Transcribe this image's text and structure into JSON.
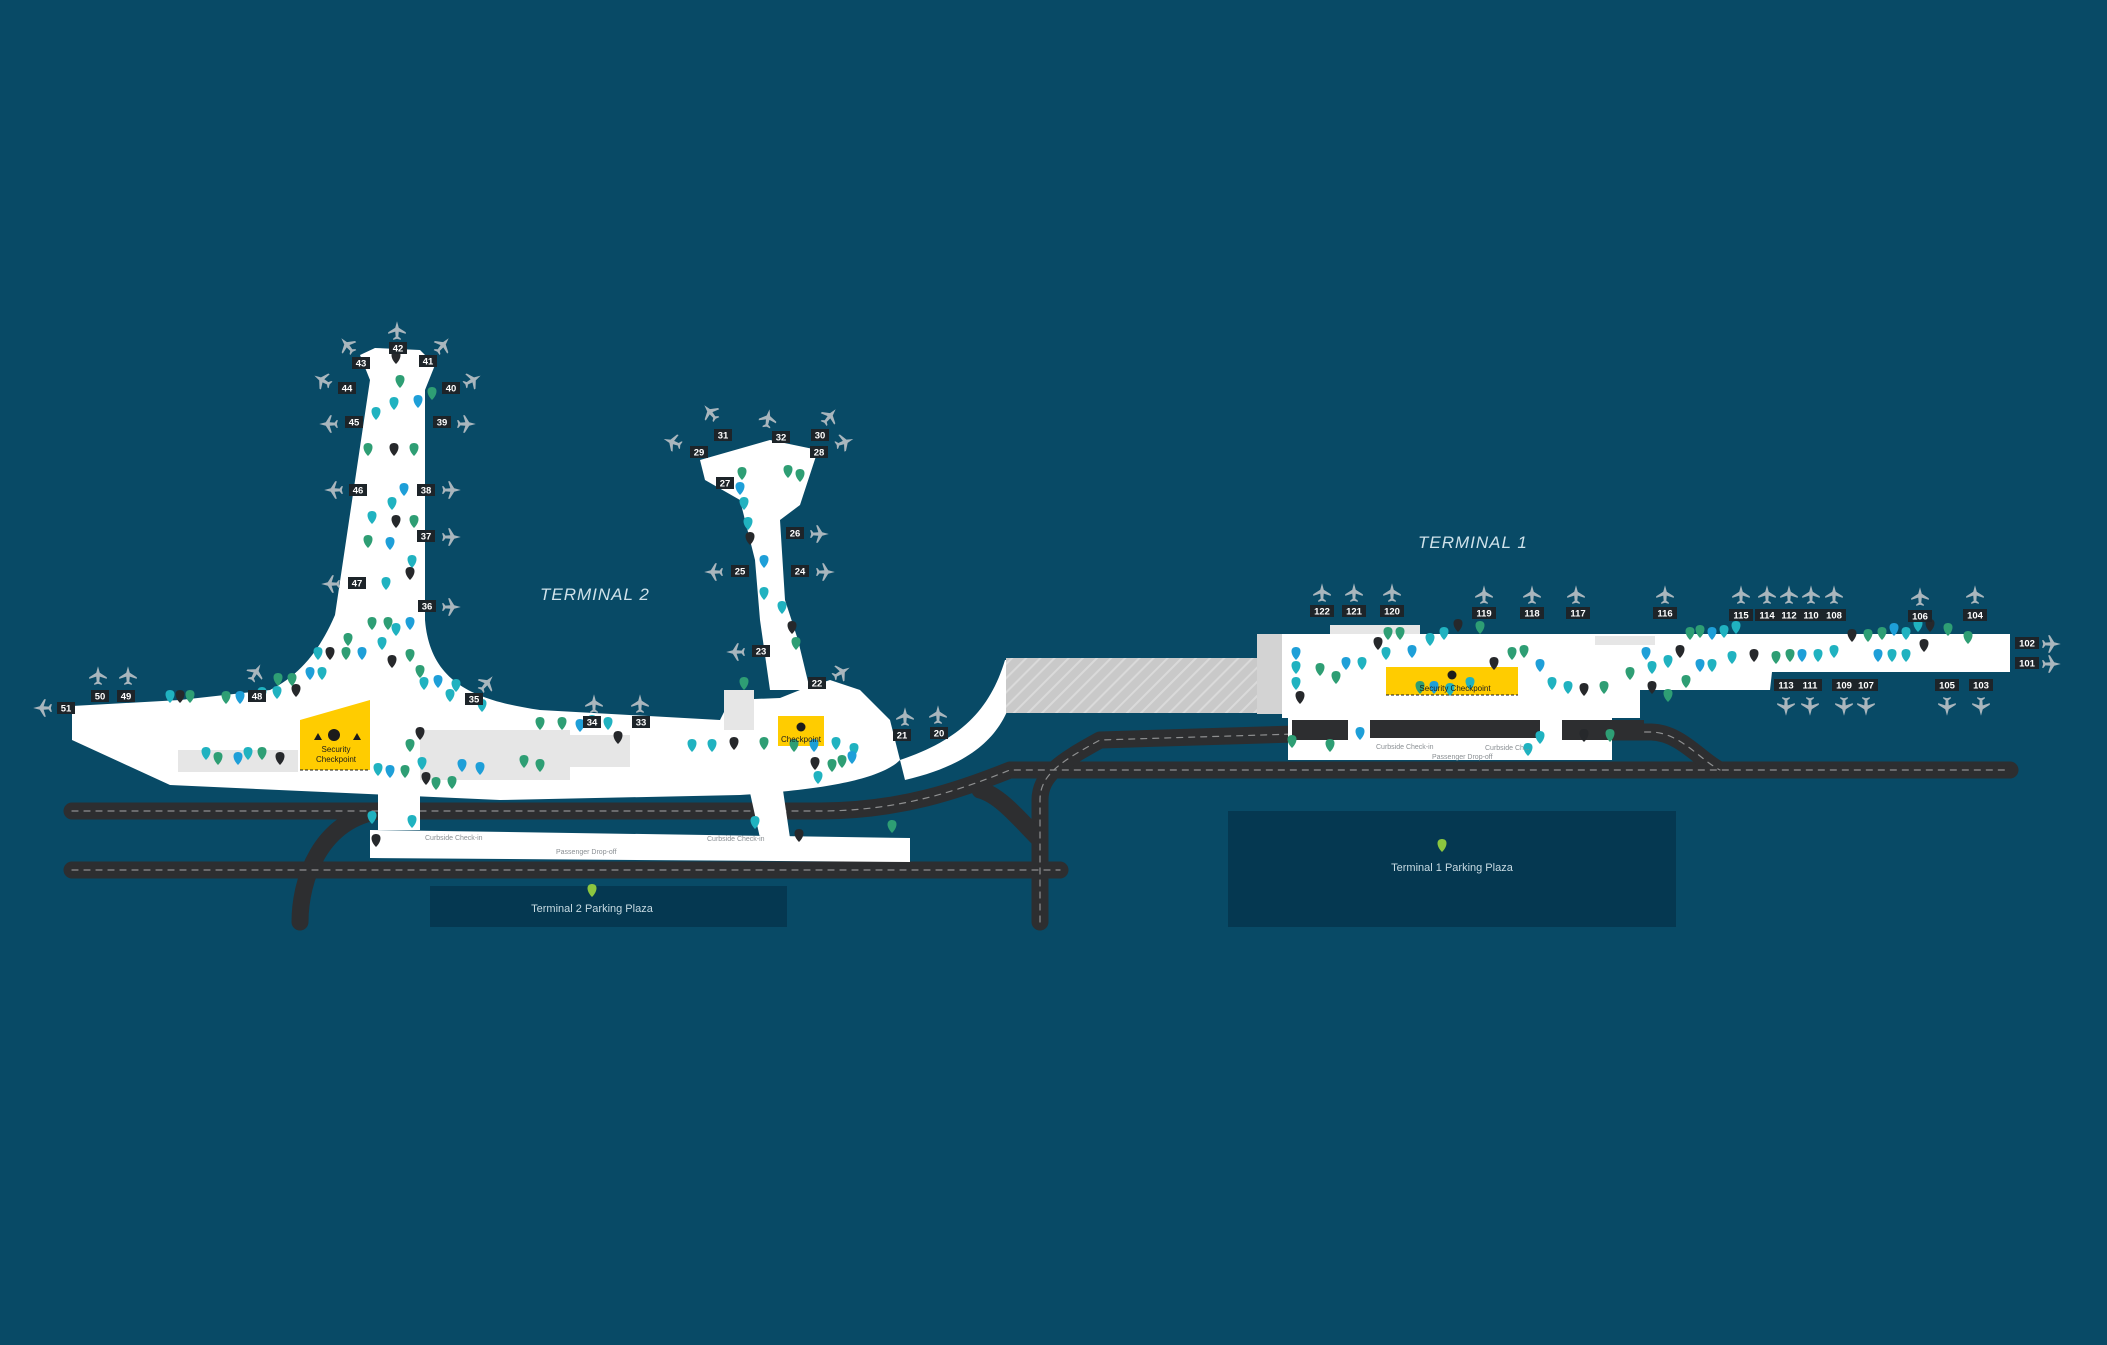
{
  "colors": {
    "background": "#084a66",
    "terminal_floor": "#ffffff",
    "terminal_shade": "#e6e6e6",
    "road": "#2d2e30",
    "road_line": "#8e8f90",
    "parking": "#053851",
    "security": "#ffcc00",
    "pin_teal": "#20b2c0",
    "pin_blue": "#1e9fd8",
    "pin_green": "#2e9e74",
    "pin_dark": "#26282b",
    "parking_pin": "#8cc63f"
  },
  "map": {
    "terminals": [
      {
        "name": "TERMINAL 2"
      },
      {
        "name": "TERMINAL 1"
      }
    ],
    "security_checkpoints": [
      {
        "line1": "Security",
        "line2": "Checkpoint"
      },
      {
        "line1": "Checkpoint",
        "line2": ""
      },
      {
        "line1": "Security Checkpoint",
        "line2": ""
      }
    ],
    "parking_plazas": [
      {
        "label": "Terminal 2 Parking Plaza"
      },
      {
        "label": "Terminal 1 Parking Plaza"
      }
    ],
    "curbside_labels": [
      {
        "label": "Curbside Check-in"
      },
      {
        "label": "Curbside Check-in"
      },
      {
        "label": "Passenger Drop-off"
      },
      {
        "label": "Curbside Check-in"
      },
      {
        "label": "Curbside Ch..."
      },
      {
        "label": "Passenger Drop-off"
      }
    ],
    "gates": [
      "51",
      "50",
      "49",
      "48",
      "43",
      "42",
      "41",
      "44",
      "40",
      "45",
      "39",
      "46",
      "38",
      "37",
      "47",
      "36",
      "35",
      "34",
      "33",
      "31",
      "29",
      "27",
      "32",
      "30",
      "28",
      "26",
      "25",
      "24",
      "23",
      "22",
      "21",
      "20",
      "122",
      "121",
      "120",
      "119",
      "118",
      "117",
      "116",
      "115",
      "114",
      "112",
      "110",
      "108",
      "106",
      "104",
      "102",
      "101",
      "113",
      "111",
      "109",
      "107",
      "105",
      "103"
    ],
    "icons": {
      "plane": "airplane-icon",
      "pin": "map-pin-icon",
      "parking": "parking-location-icon",
      "security": "security-checkpoint-icon"
    }
  }
}
